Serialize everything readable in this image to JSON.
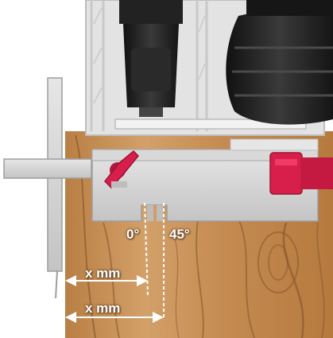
{
  "labels": {
    "angle_0": "0°",
    "angle_45": "45°",
    "distance_1": "x mm",
    "distance_2": "x mm"
  },
  "colors": {
    "wood_light": "#c9935a",
    "wood_dark": "#8a5a2e",
    "metal": "#d6d6d6",
    "metal_dark": "#a8a8a8",
    "knob_red": "#d81e4a",
    "motor_black": "#1e1e1e",
    "arrow_white": "#ffffff"
  }
}
